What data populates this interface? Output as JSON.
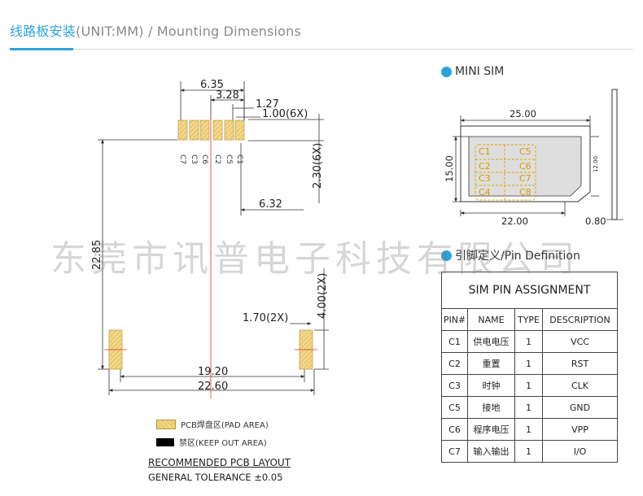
{
  "header": {
    "title_cn": "线路板安装",
    "title_en": "(UNIT:MM) / Mounting Dimensions"
  },
  "watermark": "东莞市讯普电子科技有限公司",
  "colors": {
    "accent": "#29a3d8",
    "pad_fill": "#f3d88a",
    "pad_stroke": "#b89a3a",
    "centerline": "#e03030"
  },
  "layout_drawing": {
    "dims": {
      "d635": "6.35",
      "d328": "3.28",
      "d127": "1.27",
      "d100": "1.00(6X)",
      "d230": "2.30(6X)",
      "d632": "6.32",
      "d2285": "22.85",
      "d400": "4.00(2X)",
      "d170": "1.70(2X)",
      "d1920": "19.20",
      "d2260": "22.60"
    },
    "pad_labels": [
      "C7",
      "C3",
      "C6",
      "C2",
      "C5",
      "C1"
    ]
  },
  "mini_sim": {
    "heading": "MINI SIM",
    "dims": {
      "w2500": "25.00",
      "h1500": "15.00",
      "w2200": "22.00",
      "d1200": "12.00",
      "t080": "0.80"
    },
    "contacts": [
      "C1",
      "C5",
      "C2",
      "C6",
      "C3",
      "C7",
      "C4",
      "C8"
    ]
  },
  "pin_def": {
    "heading": "引脚定义/Pin Definition",
    "caption": "SIM PIN ASSIGNMENT",
    "headers": [
      "PIN#",
      "NAME",
      "TYPE",
      "DESCRIPTION"
    ],
    "rows": [
      [
        "C1",
        "供电电压",
        "1",
        "VCC"
      ],
      [
        "C2",
        "重置",
        "1",
        "RST"
      ],
      [
        "C3",
        "时钟",
        "1",
        "CLK"
      ],
      [
        "C5",
        "接地",
        "1",
        "GND"
      ],
      [
        "C6",
        "程序电压",
        "1",
        "VPP"
      ],
      [
        "C7",
        "输入输出",
        "1",
        "I/O"
      ]
    ]
  },
  "legend": {
    "pad_area": "PCB焊盘区(PAD AREA)",
    "keep_out": "禁区(KEEP OUT AREA)"
  },
  "footer": {
    "layout_title": "RECOMMENDED PCB LAYOUT",
    "tolerance": "GENERAL TOLERANCE ±0.05"
  }
}
